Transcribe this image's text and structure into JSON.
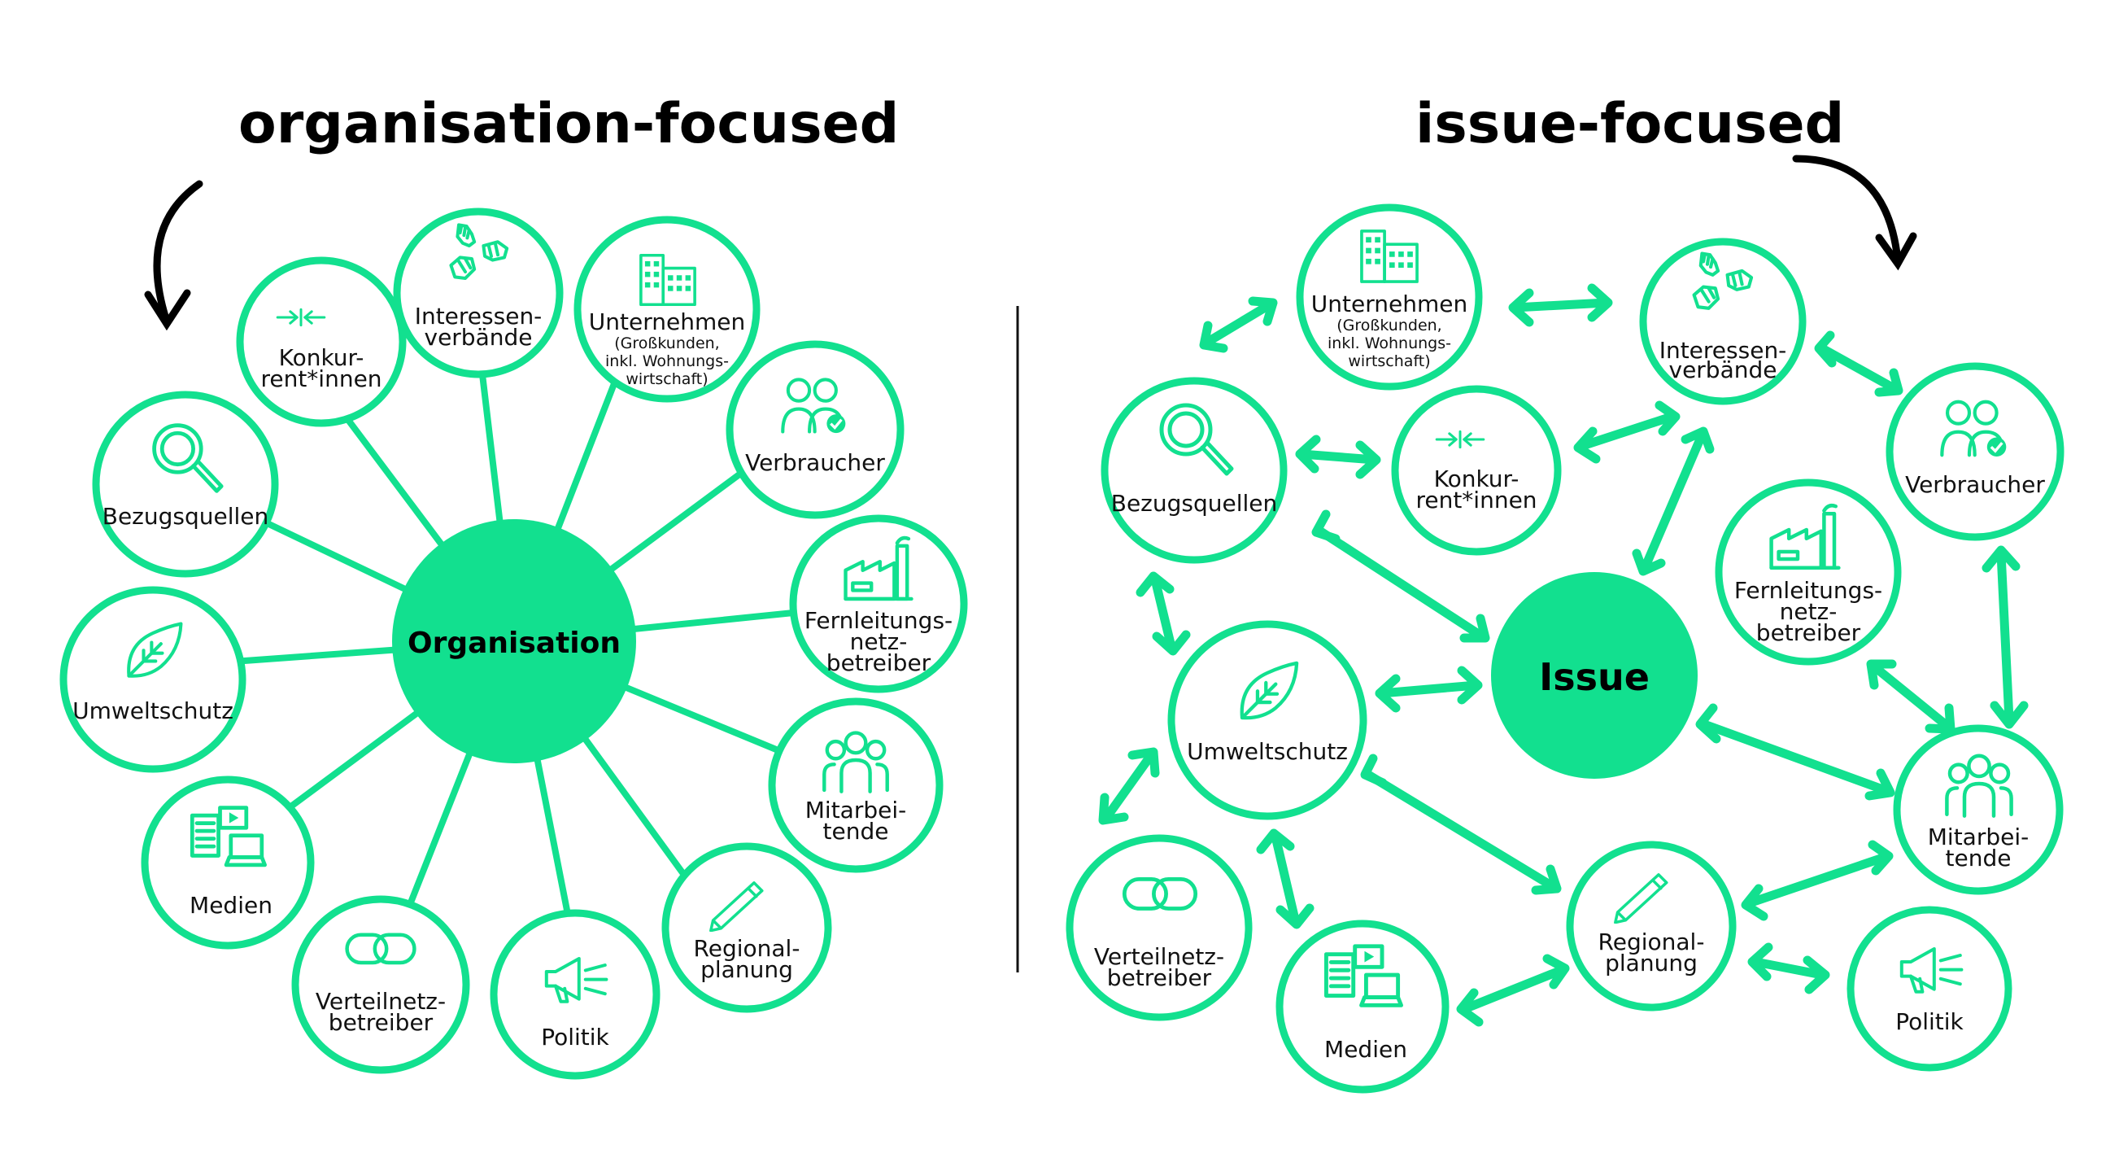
{
  "colors": {
    "accent": "#12e08f",
    "text": "#111111",
    "background": "#ffffff"
  },
  "left": {
    "title": "organisation-focused",
    "center": "Organisation",
    "nodes": {
      "konkurrentinnen": {
        "line1": "Konkur-",
        "line2": "rent*innen",
        "icon": "arrows-converge-icon"
      },
      "interessenverbaende": {
        "line1": "Interessen-",
        "line2": "verbände",
        "icon": "hands-icon"
      },
      "unternehmen": {
        "line1": "Unternehmen",
        "sub1": "(Großkunden,",
        "sub2": "inkl. Wohnungs-",
        "sub3": "wirtschaft)",
        "icon": "buildings-icon"
      },
      "verbraucher": {
        "line1": "Verbraucher",
        "icon": "people-check-icon"
      },
      "fernleitung": {
        "line1": "Fernleitungs-",
        "line2": "netz-",
        "line3": "betreiber",
        "icon": "factory-icon"
      },
      "mitarbeitende": {
        "line1": "Mitarbei-",
        "line2": "tende",
        "icon": "group-icon"
      },
      "regionalplanung": {
        "line1": "Regional-",
        "line2": "planung",
        "icon": "pencil-icon"
      },
      "politik": {
        "line1": "Politik",
        "icon": "megaphone-icon"
      },
      "verteilnetz": {
        "line1": "Verteilnetz-",
        "line2": "betreiber",
        "icon": "chain-icon"
      },
      "medien": {
        "line1": "Medien",
        "icon": "media-icon"
      },
      "umweltschutz": {
        "line1": "Umweltschutz",
        "icon": "leaf-icon"
      },
      "bezugsquellen": {
        "line1": "Bezugsquellen",
        "icon": "magnifier-icon"
      }
    }
  },
  "right": {
    "title": "issue-focused",
    "center": "Issue",
    "nodes": {
      "unternehmen": {
        "line1": "Unternehmen",
        "sub1": "(Großkunden,",
        "sub2": "inkl. Wohnungs-",
        "sub3": "wirtschaft)",
        "icon": "buildings-icon"
      },
      "interessenverbaende": {
        "line1": "Interessen-",
        "line2": "verbände",
        "icon": "hands-icon"
      },
      "verbraucher": {
        "line1": "Verbraucher",
        "icon": "people-check-icon"
      },
      "bezugsquellen": {
        "line1": "Bezugsquellen",
        "icon": "magnifier-icon"
      },
      "konkurrentinnen": {
        "line1": "Konkur-",
        "line2": "rent*innen",
        "icon": "arrows-converge-icon"
      },
      "fernleitung": {
        "line1": "Fernleitungs-",
        "line2": "netz-",
        "line3": "betreiber",
        "icon": "factory-icon"
      },
      "umweltschutz": {
        "line1": "Umweltschutz",
        "icon": "leaf-icon"
      },
      "mitarbeitende": {
        "line1": "Mitarbei-",
        "line2": "tende",
        "icon": "group-icon"
      },
      "verteilnetz": {
        "line1": "Verteilnetz-",
        "line2": "betreiber",
        "icon": "chain-icon"
      },
      "regionalplanung": {
        "line1": "Regional-",
        "line2": "planung",
        "icon": "pencil-icon"
      },
      "medien": {
        "line1": "Medien",
        "icon": "media-icon"
      },
      "politik": {
        "line1": "Politik",
        "icon": "megaphone-icon"
      }
    }
  }
}
